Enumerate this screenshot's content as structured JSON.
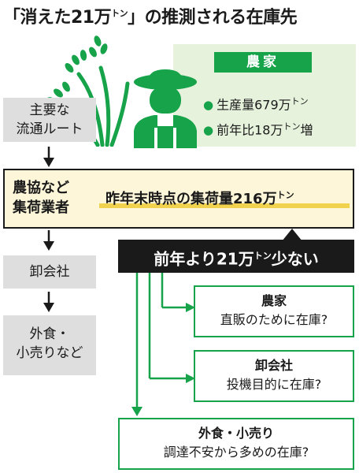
{
  "title": {
    "part1": "「消えた21万",
    "ton": "トン",
    "part2": "」の推測される在庫先"
  },
  "farmer": {
    "label": "農家",
    "line1_prefix": "生産量679万",
    "line2_prefix": "前年比18万",
    "line2_suffix": "増",
    "ton": "トン"
  },
  "route": {
    "header": "主要な\n流通ルート",
    "coop": "農協など\n集荷業者",
    "wholesaler": "卸会社",
    "retail": "外食・\n小売りなど"
  },
  "coop_info": {
    "text_prefix": "昨年末時点の集荷量216万",
    "ton": "トン"
  },
  "banner": {
    "prefix": "前年より21万",
    "ton": "トン",
    "suffix": "少ない"
  },
  "destinations": [
    {
      "title": "農家",
      "desc": "直販のために在庫?"
    },
    {
      "title": "卸会社",
      "desc": "投機目的に在庫?"
    },
    {
      "title": "外食・小売り",
      "desc": "調達不安から多めの在庫?"
    }
  ],
  "colors": {
    "green": "#16a34a",
    "light_green": "#e6f2dc",
    "grey": "#dedede",
    "yellow": "#f1d24f"
  }
}
